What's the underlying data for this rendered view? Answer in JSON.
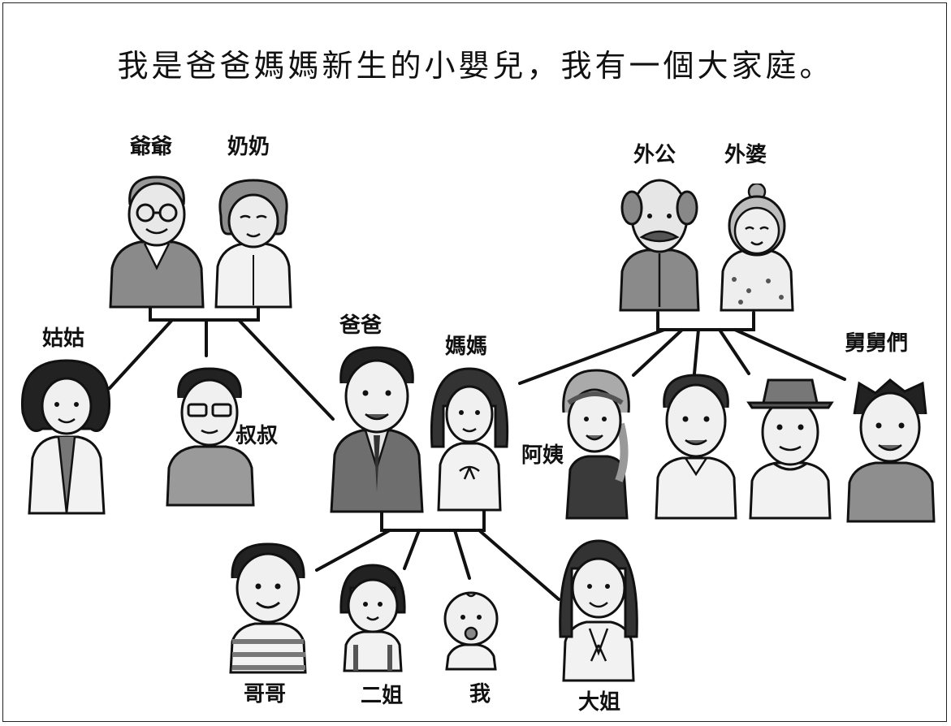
{
  "title": "我是爸爸媽媽新生的小嬰兒，我有一個大家庭。",
  "labels": {
    "grandpa": "爺爺",
    "grandma": "奶奶",
    "maternal_grandpa": "外公",
    "maternal_grandma": "外婆",
    "aunt_paternal": "姑姑",
    "uncle_paternal": "叔叔",
    "dad": "爸爸",
    "mom": "媽媽",
    "aunt_maternal": "阿姨",
    "uncles_maternal": "舅舅們",
    "older_brother": "哥哥",
    "second_sister": "二姐",
    "me": "我",
    "eldest_sister": "大姐"
  }
}
